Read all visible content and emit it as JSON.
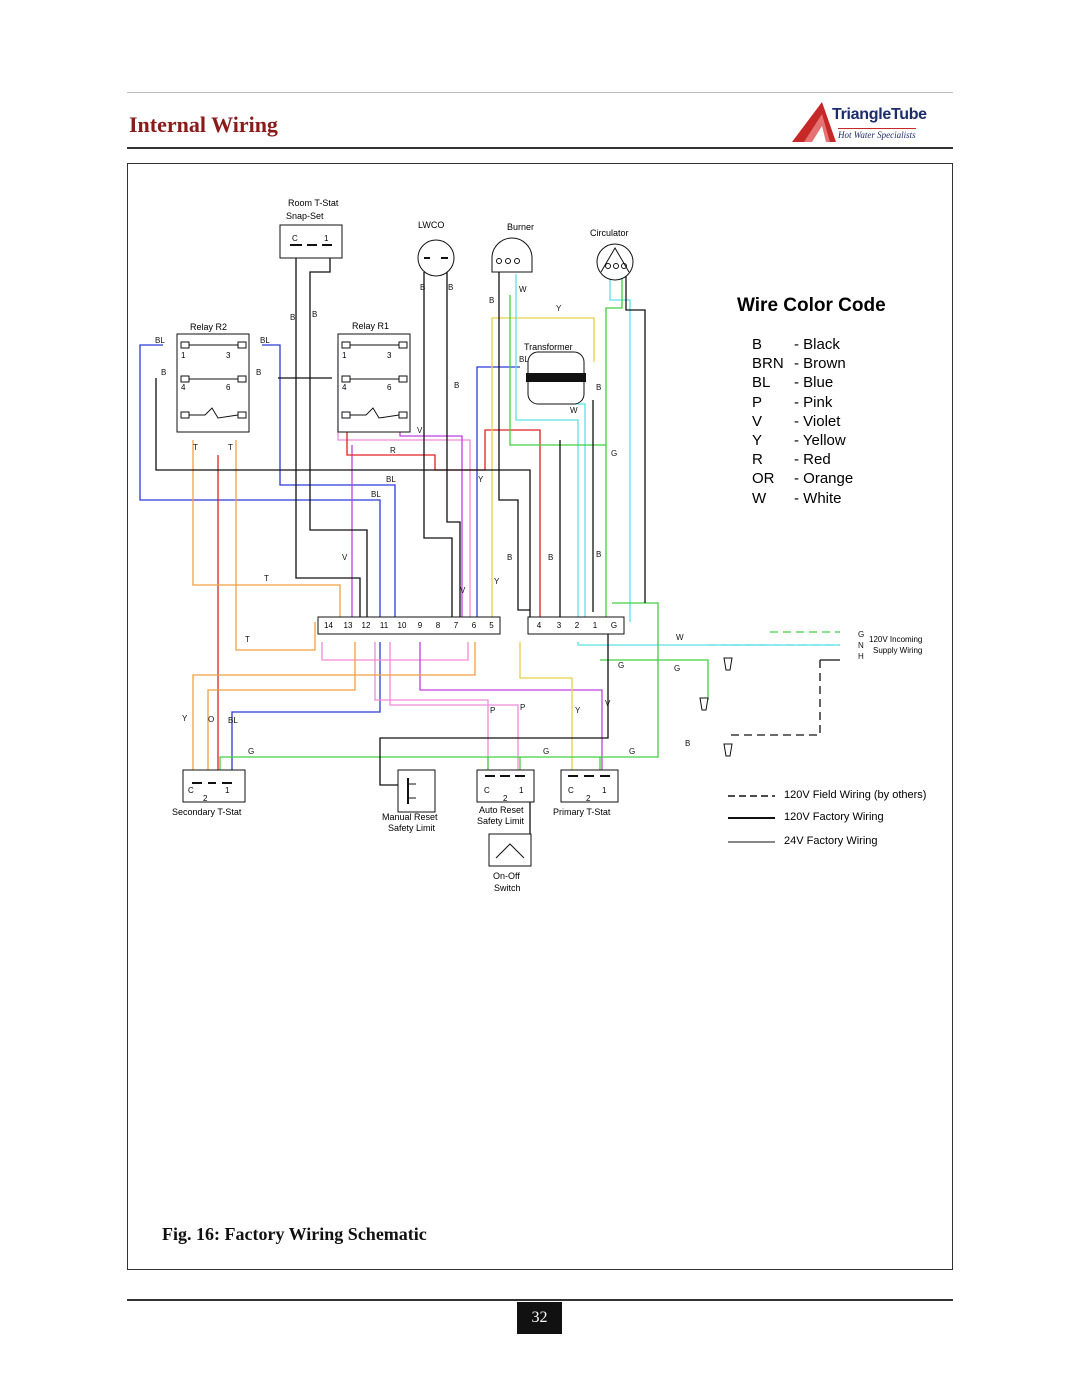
{
  "header": {
    "title": "Internal Wiring"
  },
  "logo": {
    "name": "TriangleTube",
    "tagline": "Hot Water Specialists"
  },
  "components": {
    "room_tstat": "Room T-Stat",
    "room_tstat_sub": "Snap-Set",
    "lwco": "LWCO",
    "burner": "Burner",
    "circulator": "Circulator",
    "relay_r2": "Relay R2",
    "relay_r1": "Relay R1",
    "transformer": "Transformer",
    "secondary_tstat": "Secondary T-Stat",
    "manual_reset_1": "Manual Reset",
    "manual_reset_2": "Safety Limit",
    "auto_reset_1": "Auto Reset",
    "auto_reset_2": "Safety Limit",
    "primary_tstat": "Primary T-Stat",
    "switch_1": "On-Off",
    "switch_2": "Switch",
    "incoming_1": "120V  Incoming",
    "incoming_2": "Supply Wiring"
  },
  "terminals": {
    "left": [
      "14",
      "13",
      "12",
      "11",
      "10",
      "9",
      "8",
      "7",
      "6",
      "5"
    ],
    "right": [
      "4",
      "3",
      "2",
      "1",
      "G"
    ]
  },
  "color_code": {
    "title": "Wire Color Code",
    "items": [
      {
        "code": "B",
        "name": "Black"
      },
      {
        "code": "BRN",
        "name": "Brown"
      },
      {
        "code": "BL",
        "name": "Blue"
      },
      {
        "code": "P",
        "name": "Pink"
      },
      {
        "code": "V",
        "name": "Violet"
      },
      {
        "code": "Y",
        "name": "Yellow"
      },
      {
        "code": "R",
        "name": "Red"
      },
      {
        "code": "OR",
        "name": "Orange"
      },
      {
        "code": "W",
        "name": "White"
      }
    ]
  },
  "wire_colors": {
    "black": "#111111",
    "blue": "#2a3bd6",
    "pink": "#f08ad8",
    "violet": "#c040e0",
    "yellow": "#e8d04a",
    "red": "#e02020",
    "orange": "#f0a040",
    "white_cyan": "#5ce0e8",
    "green": "#40d040",
    "tan": "#e8c070"
  },
  "legend": {
    "field": "120V Field Wiring (by others)",
    "factory_120": "120V Factory Wiring",
    "factory_24": "24V Factory Wiring"
  },
  "caption": "Fig. 16: Factory Wiring Schematic",
  "page_number": "32"
}
